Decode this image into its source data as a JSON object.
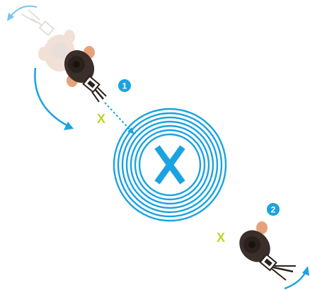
{
  "colors": {
    "accent_blue": "#1aa3e0",
    "x_mark_green": "#c3d22a",
    "skin": "#e6a27a",
    "hair": "#2a211c",
    "shirt": "#3a2f2a",
    "ghost": "#e9ddd6"
  },
  "target": {
    "icon": "x-target-icon",
    "ring_count": 7
  },
  "steps": [
    {
      "label": "1"
    },
    {
      "label": "2"
    }
  ],
  "floor_marks": [
    {
      "label": "X"
    },
    {
      "label": "X"
    }
  ],
  "icons": [
    "rotation-arrow-icon",
    "person-with-tripod-icon",
    "tripod-icon",
    "direction-arrow-icon"
  ]
}
